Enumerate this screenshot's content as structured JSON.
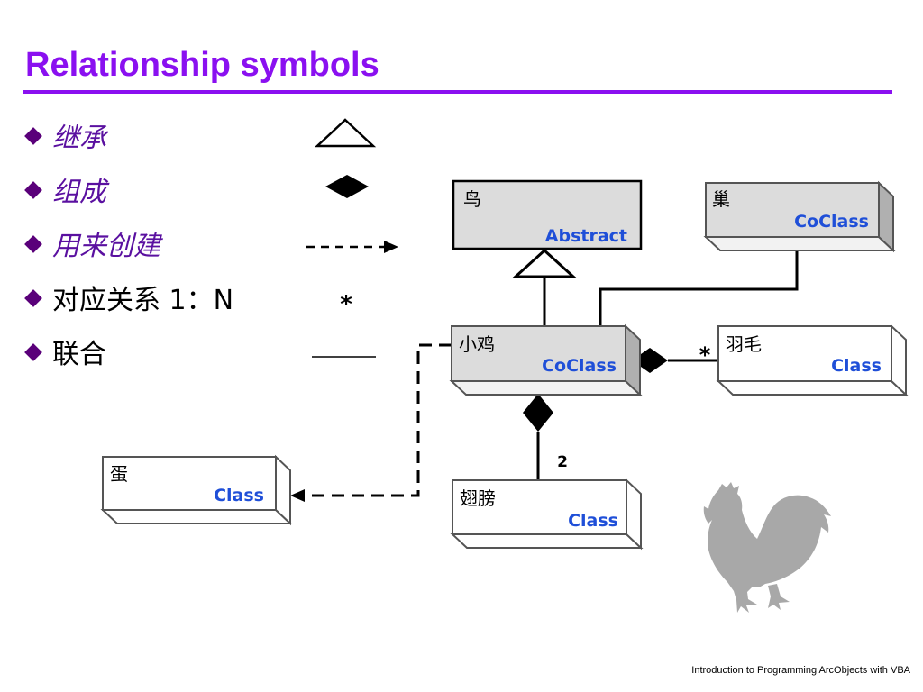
{
  "slide": {
    "title": "Relationship symbols",
    "footer": "Introduction to Programming ArcObjects with VBA"
  },
  "legend": {
    "items": [
      {
        "label": "继承",
        "symbol": "hollow-triangle-icon"
      },
      {
        "label": "组成",
        "symbol": "filled-diamond-icon"
      },
      {
        "label": "用来创建",
        "symbol": "dashed-arrow-icon"
      },
      {
        "label": "对应关系 1：N",
        "symbol": "asterisk",
        "symbol_text": "*"
      },
      {
        "label": "联合",
        "symbol": "solid-line-icon"
      }
    ]
  },
  "diagram": {
    "classes": {
      "bird": {
        "name": "鸟",
        "stereotype": "Abstract"
      },
      "nest": {
        "name": "巢",
        "stereotype": "CoClass"
      },
      "chick": {
        "name": "小鸡",
        "stereotype": "CoClass"
      },
      "feather": {
        "name": "羽毛",
        "stereotype": "Class"
      },
      "egg": {
        "name": "蛋",
        "stereotype": "Class"
      },
      "wing": {
        "name": "翅膀",
        "stereotype": "Class"
      }
    },
    "multiplicities": {
      "feather": "*",
      "wing": "2"
    },
    "relationships": [
      {
        "from": "小鸡",
        "to": "鸟",
        "kind": "inheritance"
      },
      {
        "from": "小鸡",
        "to": "巢",
        "kind": "association"
      },
      {
        "from": "小鸡",
        "to": "羽毛",
        "kind": "composition"
      },
      {
        "from": "小鸡",
        "to": "翅膀",
        "kind": "composition"
      },
      {
        "from": "小鸡",
        "to": "蛋",
        "kind": "creates"
      }
    ],
    "illustration": "rooster-silhouette-icon"
  },
  "colors": {
    "title": "#8a10f0",
    "bullet_mark": "#5a007a",
    "legend_label": "#5a10a0",
    "stereotype_text": "#1f4fd8",
    "abstract_fill": "#dcdcdc",
    "coclass_fill": "#dcdcdc",
    "class_fill": "#ffffff",
    "rooster": "#a8a8a8"
  }
}
